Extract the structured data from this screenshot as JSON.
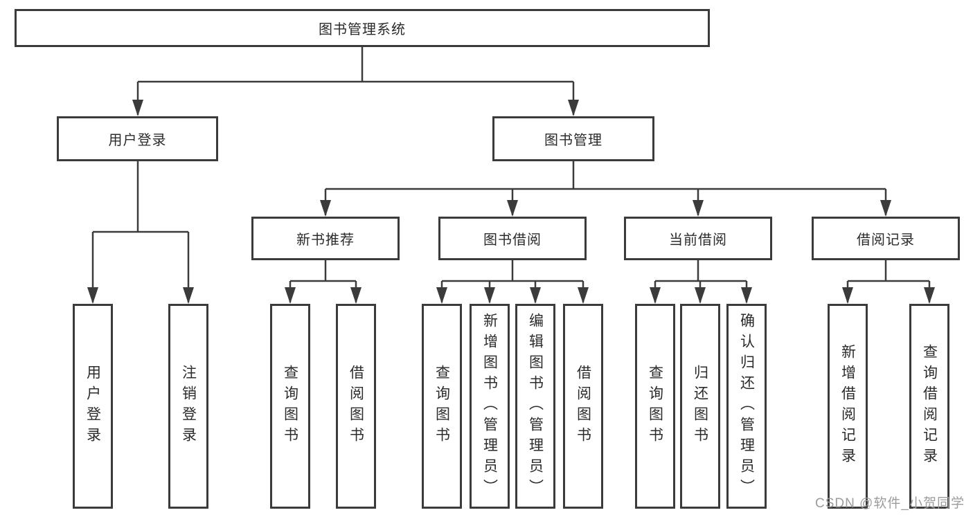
{
  "diagram": {
    "root": {
      "label": "图书管理系统"
    },
    "level2": [
      {
        "label": "用户登录"
      },
      {
        "label": "图书管理"
      }
    ],
    "level3": [
      {
        "label": "新书推荐"
      },
      {
        "label": "图书借阅"
      },
      {
        "label": "当前借阅"
      },
      {
        "label": "借阅记录"
      }
    ],
    "leaves": [
      {
        "label": "用户登录"
      },
      {
        "label": "注销登录"
      },
      {
        "label": "查询图书"
      },
      {
        "label": "借阅图书"
      },
      {
        "label": "查询图书"
      },
      {
        "label": "新增图书（管理员）"
      },
      {
        "label": "编辑图书（管理员）"
      },
      {
        "label": "借阅图书"
      },
      {
        "label": "查询图书"
      },
      {
        "label": "归还图书"
      },
      {
        "label": "确认归还（管理员）"
      },
      {
        "label": "新增借阅记录"
      },
      {
        "label": "查询借阅记录"
      }
    ]
  },
  "watermark": {
    "text": "CSDN @软件_小贺同学"
  },
  "colors": {
    "line": "#3b3b3b",
    "box_border": "#3b3b3b",
    "text": "#2b2b2b",
    "watermark": "#9c9c9c",
    "background": "#ffffff"
  }
}
